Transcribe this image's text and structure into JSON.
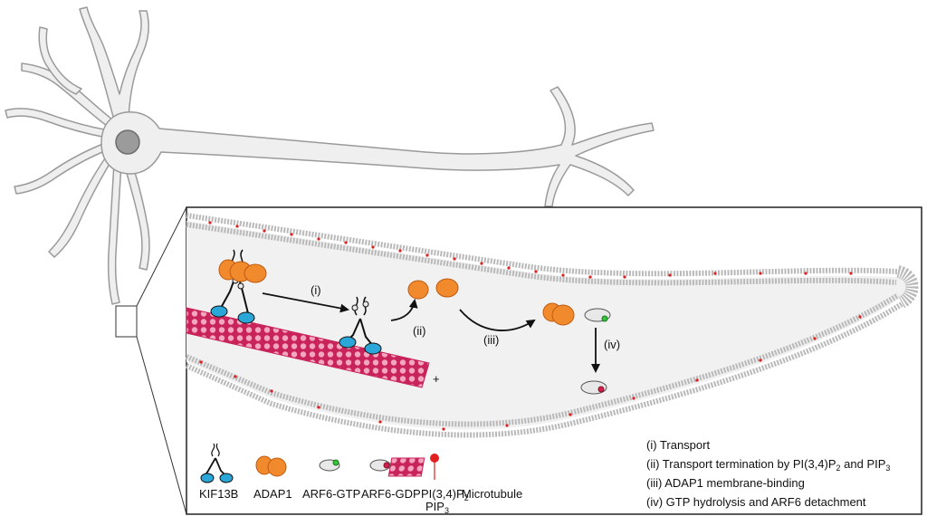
{
  "steps": {
    "i": "(i)",
    "ii": "(ii)",
    "iii": "(iii)",
    "iv": "(iv)"
  },
  "plus_end": "+",
  "legend": {
    "kif13b": "KIF13B",
    "adap1": "ADAP1",
    "arf6_gtp": "ARF6-GTP",
    "arf6_gdp": "ARF6-GDP",
    "pi34p2": "PI(3,4)P",
    "pi34p2_sub": "2",
    "pip3": "PIP",
    "pip3_sub": "3",
    "microtubule": "Microtubule"
  },
  "descriptions": {
    "d1": "(i) Transport",
    "d2_main": "(ii) Transport termination by PI(3,4)P",
    "d2_sub1": "2",
    "d2_mid": " and PIP",
    "d2_sub2": "3",
    "d3": "(iii) ADAP1 membrane-binding",
    "d4": "(iv) GTP hydrolysis and ARF6 detachment"
  },
  "colors": {
    "neuron_fill": "#efefef",
    "neuron_stroke": "#9a9a9a",
    "nucleus": "#9b9b9b",
    "adap1": "#f08a2c",
    "kif13b_head": "#2aa7d8",
    "microtubule": "#c8245a",
    "membrane": "#b8b8b8",
    "lipid_red": "#e02020",
    "gtp_green": "#35c33a",
    "gdp_red": "#d1204a"
  }
}
